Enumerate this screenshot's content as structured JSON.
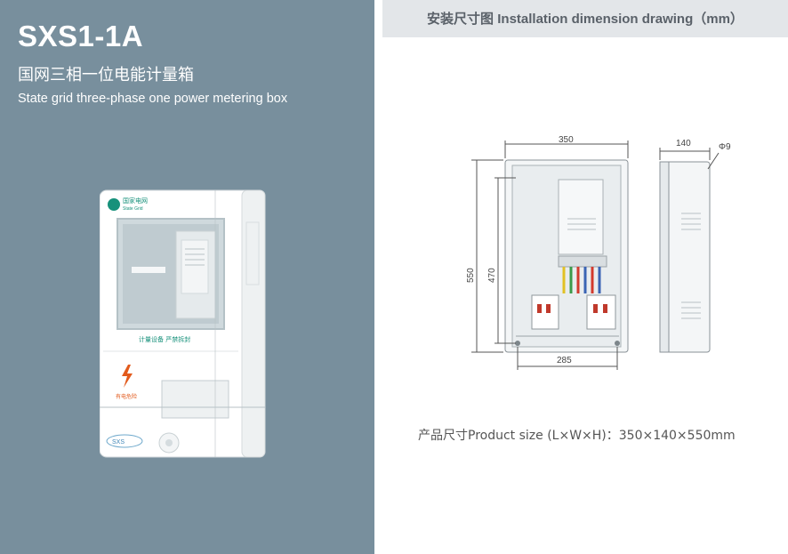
{
  "left_panel": {
    "model": "SXS1-1A",
    "title_cn": "国网三相一位电能计量箱",
    "title_en": "State grid three-phase one power metering box"
  },
  "product_image": {
    "logo_cn": "国家电网",
    "logo_en": "State Grid",
    "label_sealed": "计量设备 严禁拆封",
    "label_warning": "有电危险",
    "badge": "SXS"
  },
  "header": {
    "title_cn": "安装尺寸图",
    "title_en": "Installation dimension drawing（mm）"
  },
  "dimensions": {
    "width": "350",
    "depth": "140",
    "hole": "Φ9",
    "height": "550",
    "inner_height": "470",
    "mount_width": "285"
  },
  "product_size": {
    "label": "产品尺寸Product size (L×W×H)：350×140×550mm"
  }
}
